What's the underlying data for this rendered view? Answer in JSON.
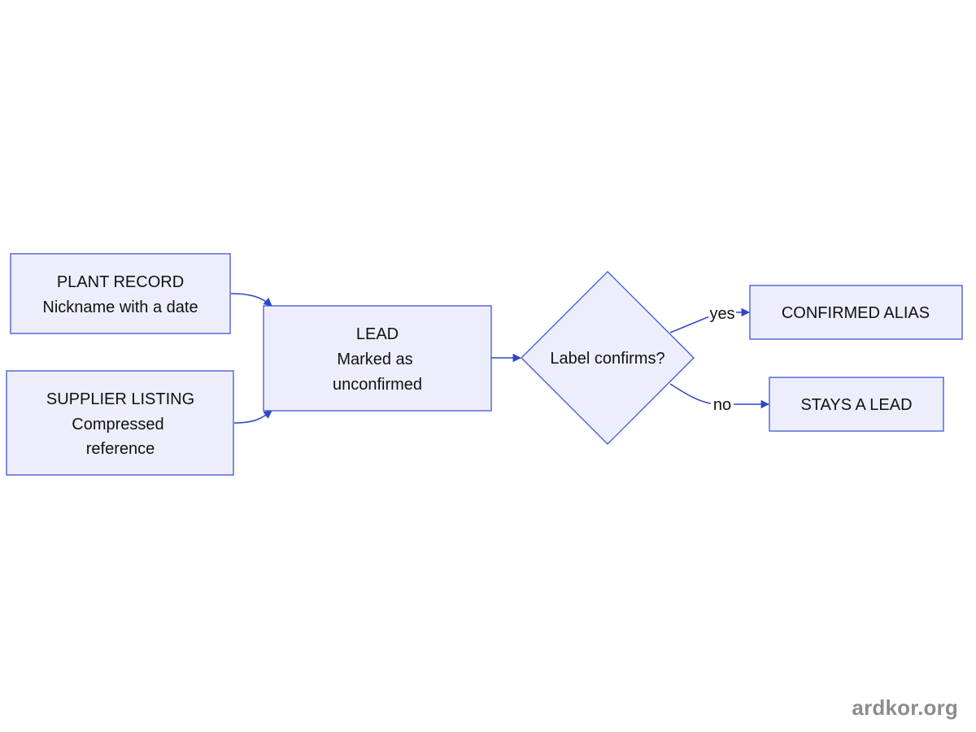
{
  "nodes": {
    "plant_record": {
      "line1": "PLANT RECORD",
      "line2": "Nickname with a date"
    },
    "supplier_listing": {
      "line1": "SUPPLIER LISTING",
      "line2": "Compressed",
      "line3": "reference"
    },
    "lead": {
      "line1": "LEAD",
      "line2": "Marked as",
      "line3": "unconfirmed"
    },
    "decision": {
      "label": "Label confirms?"
    },
    "confirmed_alias": {
      "label": "CONFIRMED ALIAS"
    },
    "stays_a_lead": {
      "label": "STAYS A LEAD"
    }
  },
  "edges": {
    "yes_label": "yes",
    "no_label": "no"
  },
  "colors": {
    "node_fill": "#eceffb",
    "node_stroke": "#3e55d4",
    "edge_stroke": "#2f46c8",
    "watermark": "#8c8c8c"
  },
  "watermark": "ardkor.org"
}
